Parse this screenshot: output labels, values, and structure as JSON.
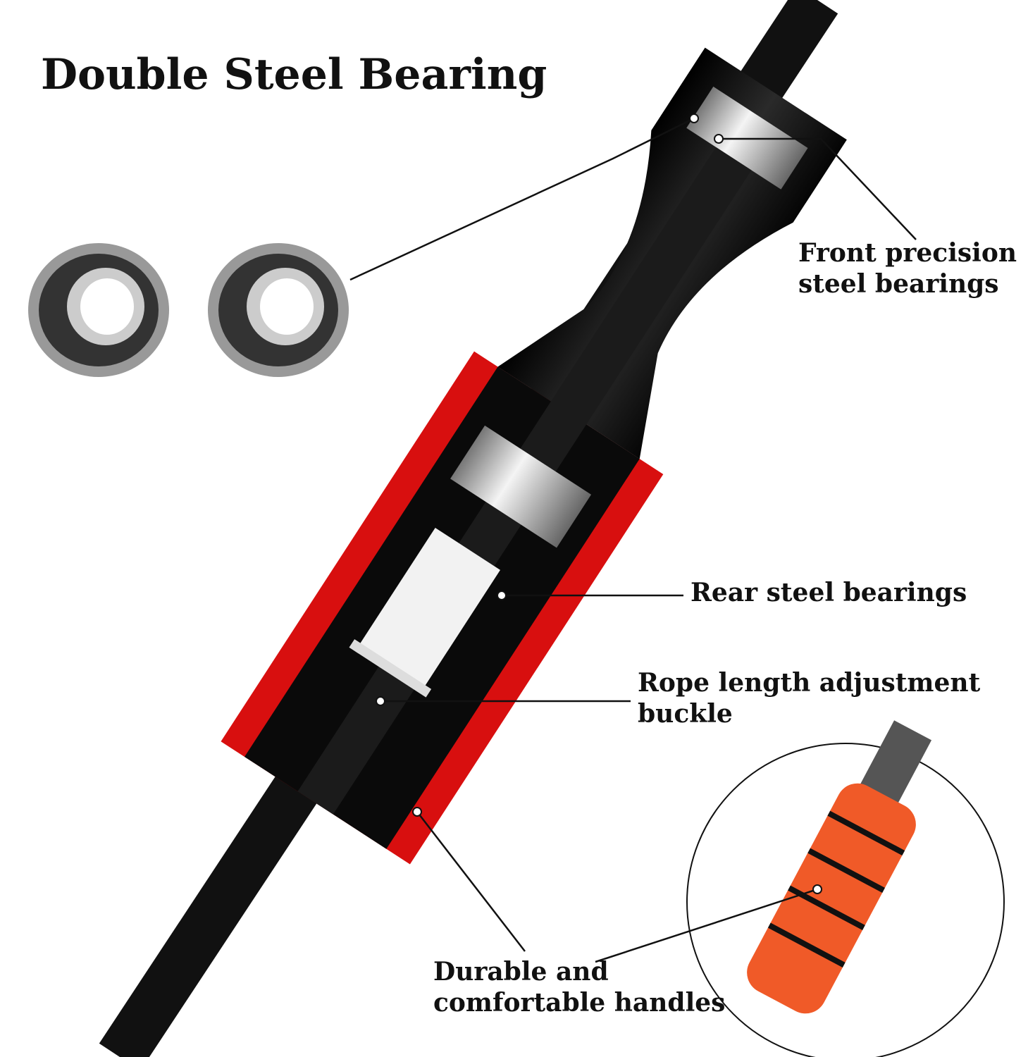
{
  "title": "Double Steel Bearing",
  "labels": {
    "front_line1": "Front precision",
    "front_line2": "steel bearings",
    "rear": "Rear steel bearings",
    "rope_line1": "Rope length adjustment",
    "rope_line2": "buckle",
    "handles_line1": "Durable and",
    "handles_line2": "comfortable handles"
  },
  "colors": {
    "accent_red": "#d80f0f",
    "handle_orange": "#f05a28",
    "body_black": "#111111",
    "steel": "#c8c8c8"
  }
}
